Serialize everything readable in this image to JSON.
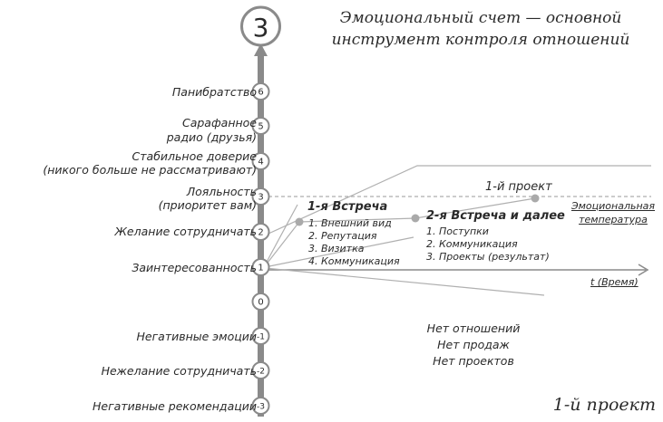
{
  "title": "Эмоциональный счет — основной инструмент контроля отношений",
  "badge": "3",
  "levels": [
    {
      "value": "6",
      "label": "Панибратство"
    },
    {
      "value": "5",
      "label": "Сарафанное радио (друзья)"
    },
    {
      "value": "4",
      "label": "Стабильное доверие (никого больше не рассматривают)"
    },
    {
      "value": "3",
      "label": "Лояльность (приоритет вам)"
    },
    {
      "value": "2",
      "label": "Желание сотрудничать"
    },
    {
      "value": "1",
      "label": "Заинтересованность"
    },
    {
      "value": "0",
      "label": ""
    },
    {
      "value": "-1",
      "label": "Негативные эмоции"
    },
    {
      "value": "-2",
      "label": "Нежелание сотрудничать"
    },
    {
      "value": "-3",
      "label": "Негативные рекомендации"
    }
  ],
  "level_lines": {
    "l6": "Панибратство",
    "l5a": "Сарафанное",
    "l5b": "радио (друзья)",
    "l4a": "Стабильное доверие",
    "l4b": "(никого больше не рассматривают)",
    "l3a": "Лояльность",
    "l3b": "(приоритет вам)",
    "l2": "Желание сотрудничать",
    "l1": "Заинтересованность",
    "lm1": "Негативные эмоции",
    "lm2": "Нежелание сотрудничать",
    "lm3": "Негативные рекомендации"
  },
  "meeting1": {
    "title": "1-я Встреча",
    "items": [
      "1. Внешний вид",
      "2. Репутация",
      "3. Визитка",
      "4. Коммуникация"
    ]
  },
  "meeting2": {
    "title": "2-я Встреча и далее",
    "items": [
      "1. Поступки",
      "2. Коммуникация",
      "3. Проекты (результат)"
    ]
  },
  "project_label": "1-й проект",
  "emotional_temp": [
    "Эмоциональная",
    "температура"
  ],
  "time_axis": "t (Время)",
  "no_relations": [
    "Нет отношений",
    "Нет продаж",
    "Нет проектов"
  ],
  "bottom_label": "1-й проект",
  "colors": {
    "axis": "#8a8a8a",
    "line": "#b0b0b0",
    "node": "#aaaaaa",
    "text": "#2a2a2a"
  }
}
